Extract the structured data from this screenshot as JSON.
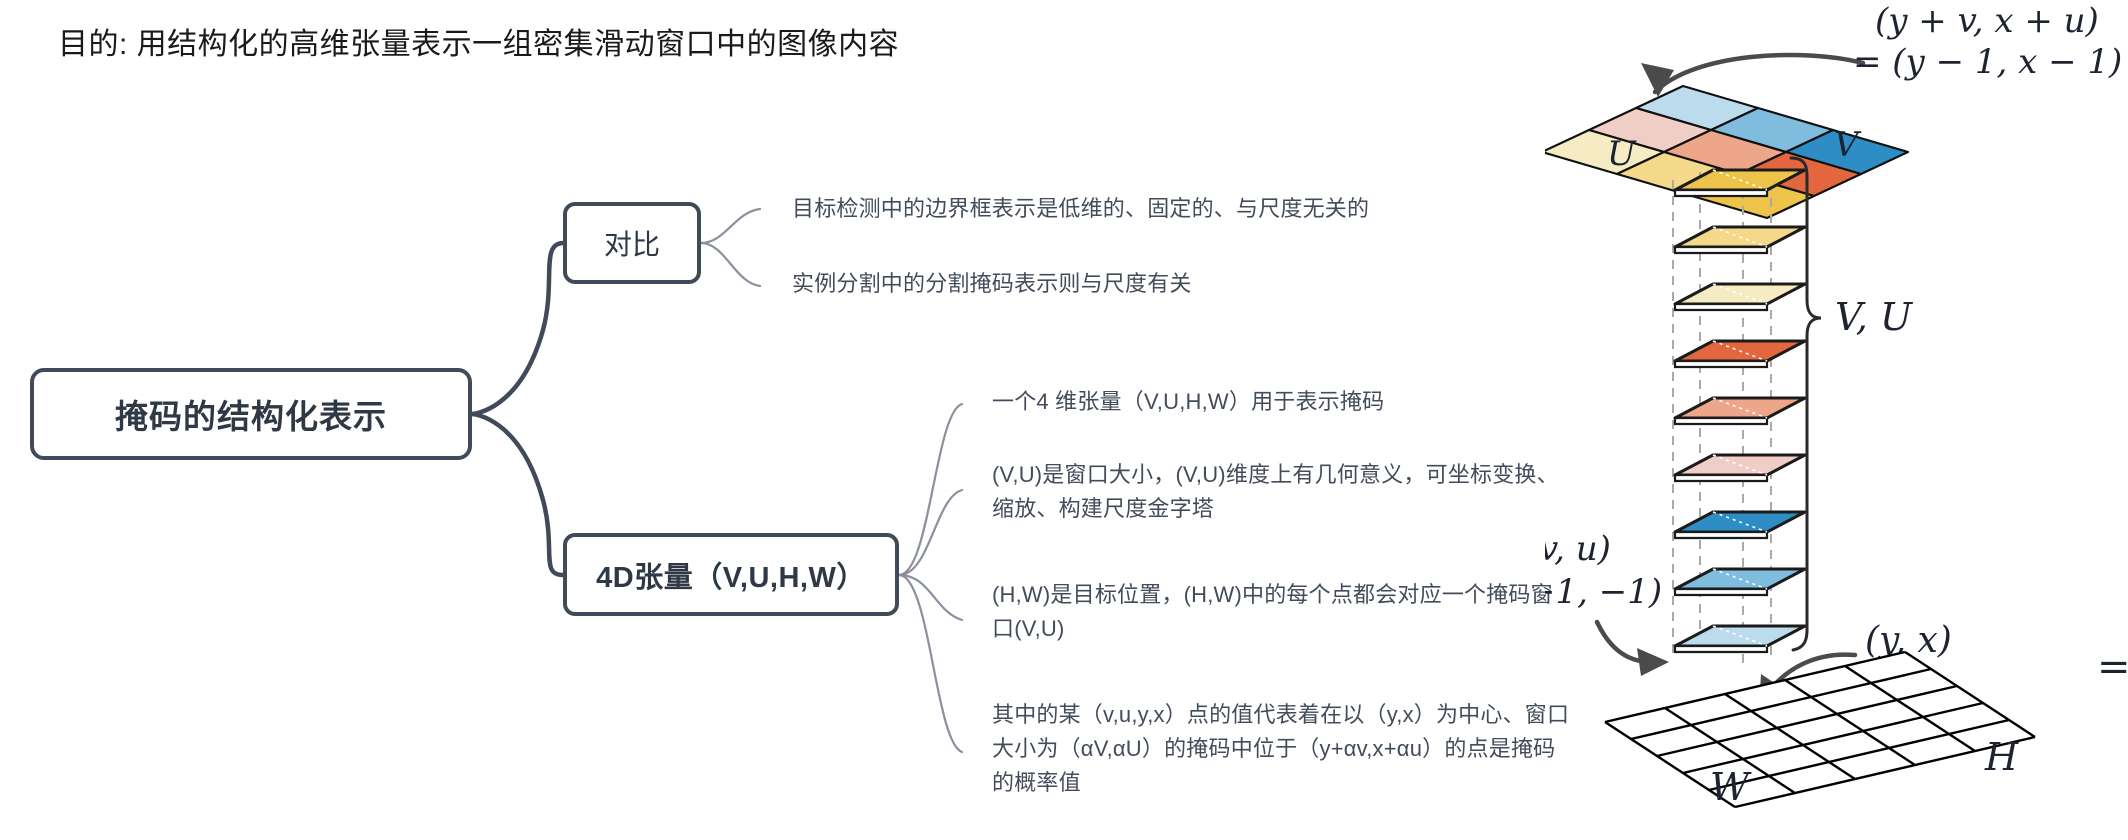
{
  "page": {
    "title": "目的: 用结构化的高维张量表示一组密集滑动窗口中的图像内容",
    "background": "#ffffff",
    "ink": "#414a58"
  },
  "mindmap": {
    "root": {
      "label": "掩码的结构化表示"
    },
    "branches": [
      {
        "node": "对比",
        "leaves": [
          "目标检测中的边界框表示是低维的、固定的、与尺度无关的",
          "实例分割中的分割掩码表示则与尺度有关"
        ]
      },
      {
        "node": "4D张量（V,U,H,W）",
        "leaves": [
          "一个4 维张量（V,U,H,W）用于表示掩码",
          "(V,U)是窗口大小，(V,U)维度上有几何意义，可坐标变换、缩放、构建尺度金字塔",
          "(H,W)是目标位置，(H,W)中的每个点都会对应一个掩码窗口(V,U)",
          "其中的某（v,u,y,x）点的值代表着在以（y,x）为中心、窗口大小为（αV,αU）的掩码中位于（y+αv,x+αu）的点是掩码的概率值"
        ]
      }
    ]
  },
  "diagram": {
    "labels": {
      "top_annotation_line1": "(y + v, x + u)",
      "top_annotation_line2": "= (y − 1, x − 1)",
      "grid_left": "U",
      "grid_right": "V",
      "stack_brace": "V, U",
      "bottom_annotation_line1": "v, u)",
      "bottom_annotation_line2": "−1, −1)",
      "point_label": "(y, x)",
      "plane_left": "W",
      "plane_right": "H",
      "equals": "="
    },
    "top_grid": {
      "rows": 3,
      "cols": 3,
      "cell_colors": [
        [
          "#bcdcee",
          "#7fbcdd",
          "#2d8dc4"
        ],
        [
          "#f0cec5",
          "#eda68a",
          "#e2673e"
        ],
        [
          "#f5ecc4",
          "#f3d989",
          "#edc349"
        ]
      ]
    },
    "stack": {
      "layer_count": 9,
      "layer_colors": [
        "#edc349",
        "#f3d989",
        "#f5ecc4",
        "#e2673e",
        "#eda68a",
        "#f0cec5",
        "#2d8dc4",
        "#7fbcdd",
        "#bcdcee"
      ]
    },
    "base_plane": {
      "rows": 5,
      "cols": 5,
      "color": "#ffffff",
      "stroke": "#000000"
    }
  }
}
